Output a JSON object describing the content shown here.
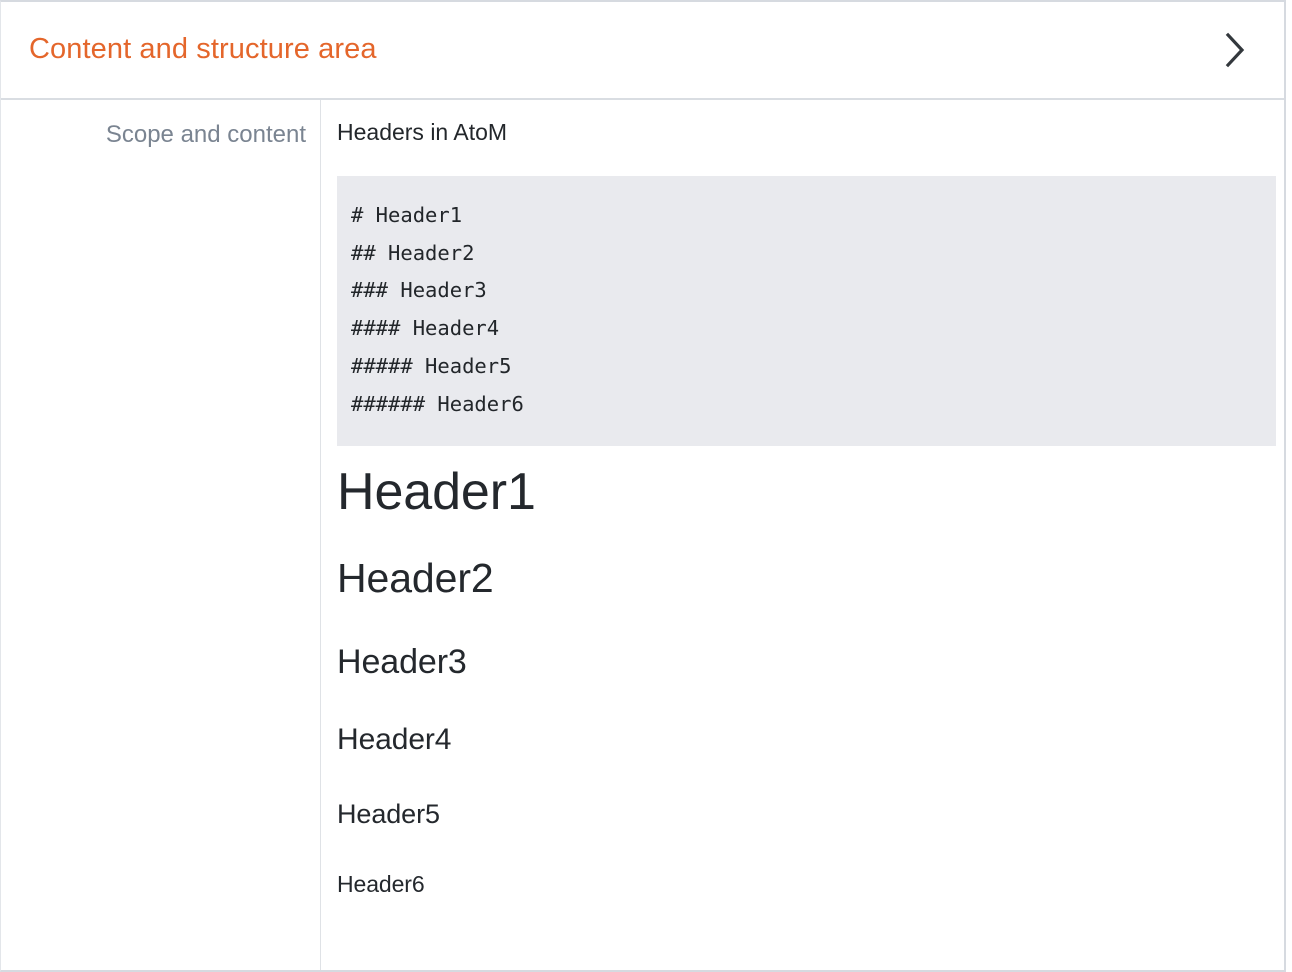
{
  "header": {
    "title": "Content and structure area",
    "toggle_icon": "chevron-right-icon",
    "title_color": "#e4662b"
  },
  "field": {
    "label": "Scope and content",
    "label_color": "#7a8491"
  },
  "content": {
    "intro": "Headers in AtoM",
    "code_block": {
      "background": "#e9eaee",
      "text": "# Header1\n## Header2\n### Header3\n#### Header4\n##### Header5\n###### Header6",
      "lines": [
        "# Header1",
        "## Header2",
        "### Header3",
        "#### Header4",
        "##### Header5",
        "###### Header6"
      ]
    },
    "rendered_headers": [
      {
        "level": 1,
        "text": "Header1"
      },
      {
        "level": 2,
        "text": "Header2"
      },
      {
        "level": 3,
        "text": "Header3"
      },
      {
        "level": 4,
        "text": "Header4"
      },
      {
        "level": 5,
        "text": "Header5"
      },
      {
        "level": 6,
        "text": "Header6"
      }
    ]
  }
}
